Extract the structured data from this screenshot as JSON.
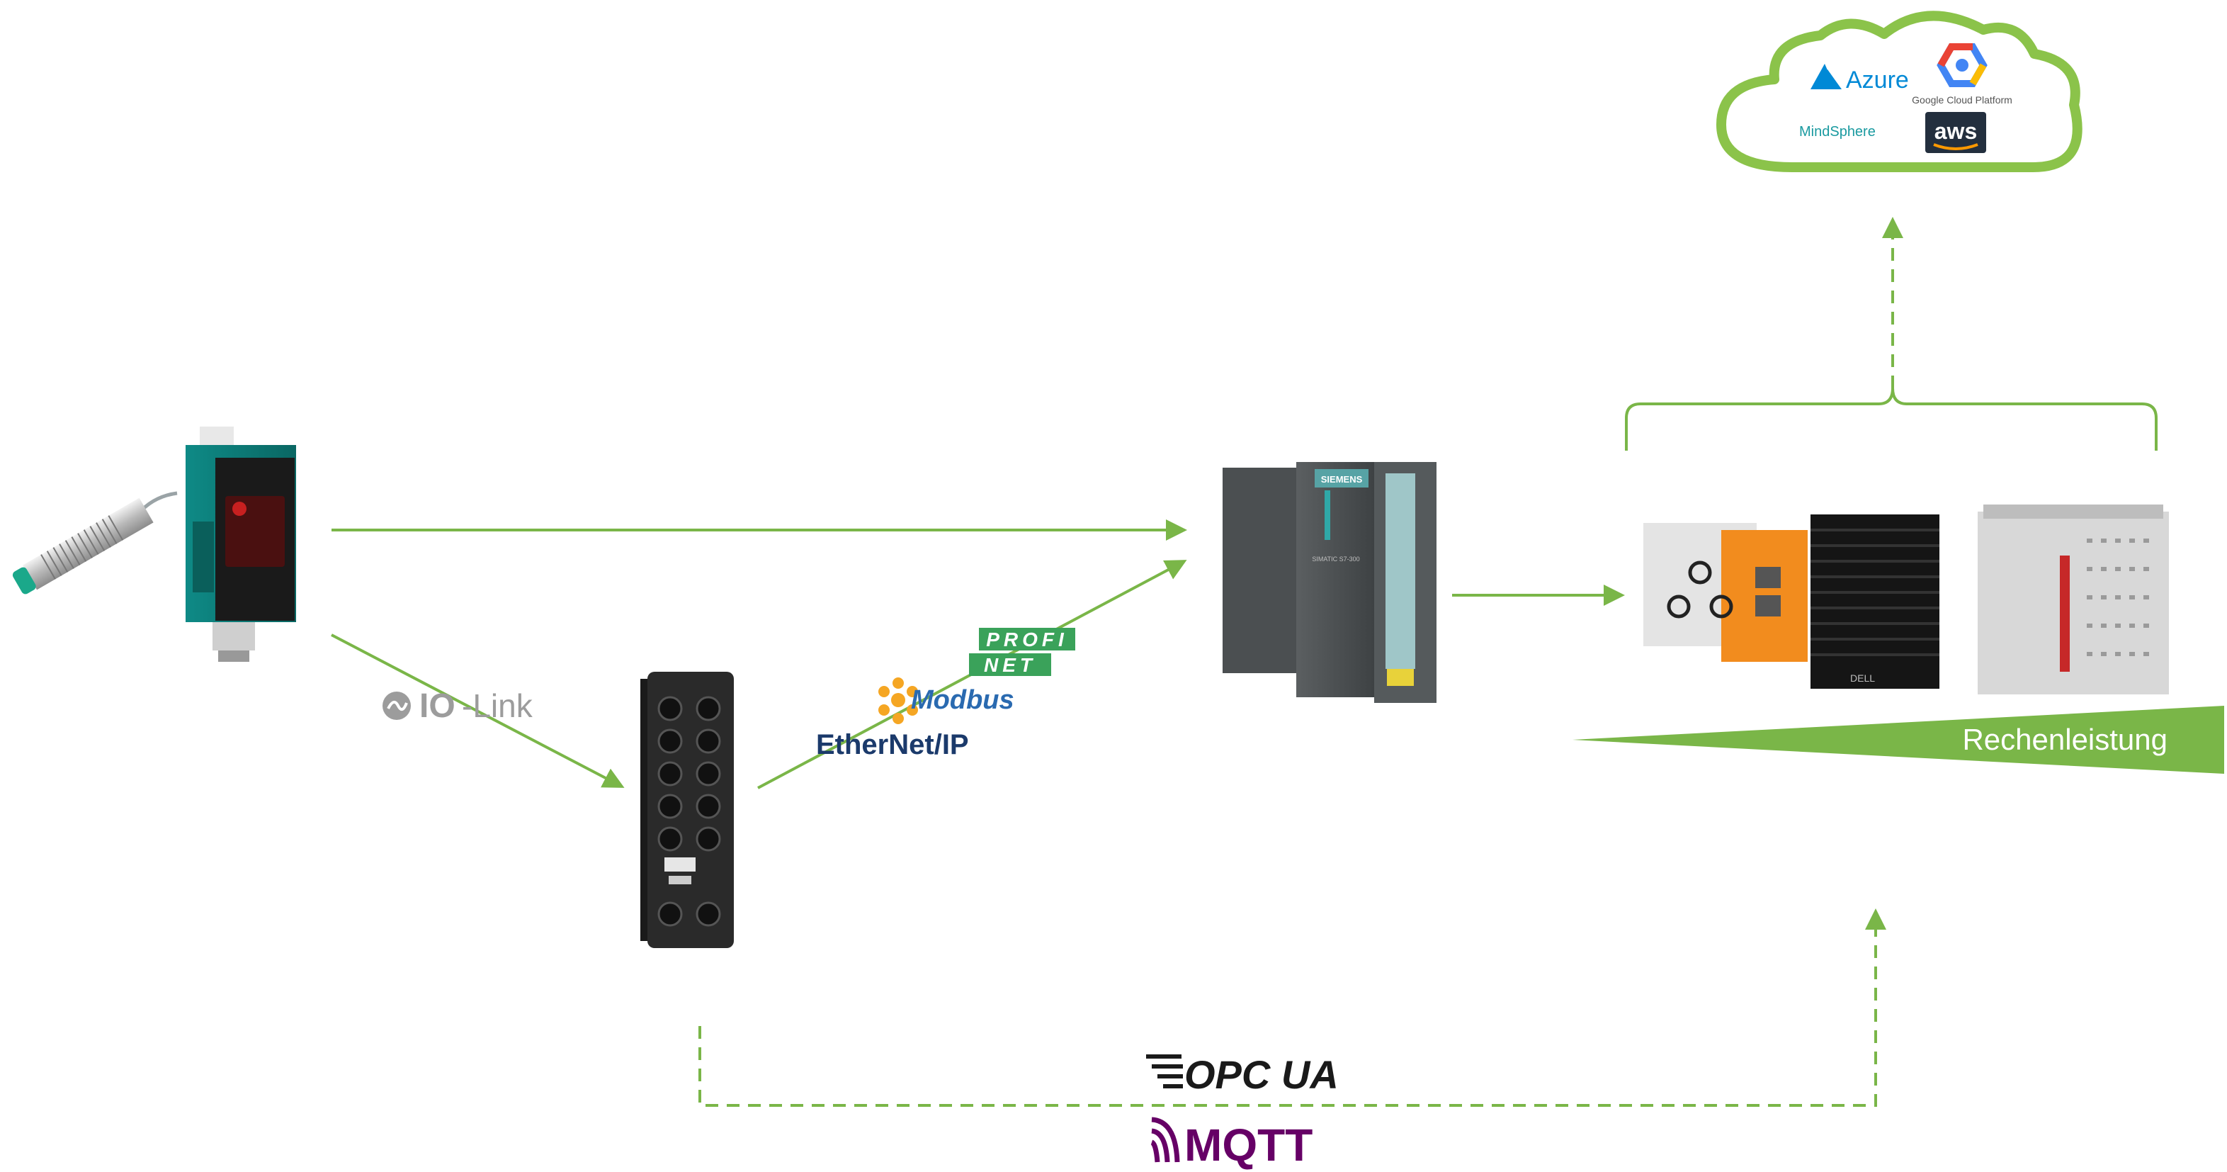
{
  "cloud": {
    "azure": "Azure",
    "google": "Google Cloud Platform",
    "mindsphere": "MindSphere",
    "aws": "aws"
  },
  "protocols": {
    "iolink_io": "IO",
    "iolink_link": "-Link",
    "profi": "PROFI",
    "net": "NET",
    "modbus": "Modbus",
    "ethernetip": "EtherNet/IP",
    "opcua": "OPC UA",
    "mqtt": "MQTT"
  },
  "devices": {
    "plc_brand": "SIEMENS",
    "plc_model": "SIMATIC S7-300",
    "dell": "DELL"
  },
  "compute": {
    "label": "Rechenleistung"
  },
  "colors": {
    "green": "#7ab648",
    "cloud_green": "#8bc34a",
    "opc_dark": "#1a1a1a",
    "mqtt_purple": "#660066",
    "profinet_green": "#3aa25a",
    "ethernetip_navy": "#1b3a6b",
    "modbus_blue": "#2a6ab0",
    "azure_blue": "#0089d6"
  }
}
